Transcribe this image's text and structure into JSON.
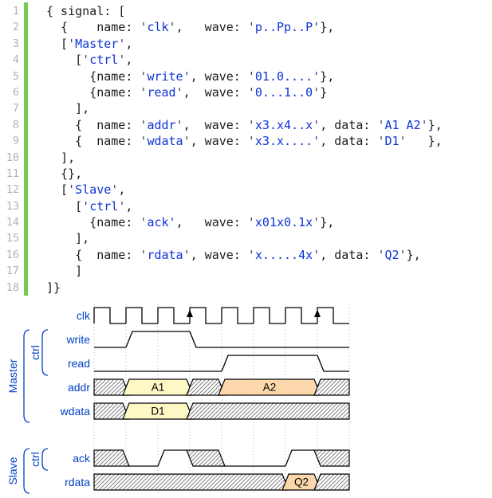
{
  "editor": {
    "gutter_bar_color": "#74CB50",
    "line_number_color": "#b2b2b2",
    "code_color": "#1b1b1b",
    "string_color": "#0d33d6",
    "quote_color": "#3a3a78",
    "lines": [
      {
        "n": 1,
        "text": "{ signal: ["
      },
      {
        "n": 2,
        "text": "  {    name: 'clk',   wave: 'p..Pp..P'},"
      },
      {
        "n": 3,
        "text": "  ['Master',"
      },
      {
        "n": 4,
        "text": "    ['ctrl',"
      },
      {
        "n": 5,
        "text": "      {name: 'write', wave: '01.0....'},"
      },
      {
        "n": 6,
        "text": "      {name: 'read',  wave: '0...1..0'}"
      },
      {
        "n": 7,
        "text": "    ],"
      },
      {
        "n": 8,
        "text": "    {  name: 'addr',  wave: 'x3.x4..x', data: 'A1 A2'},"
      },
      {
        "n": 9,
        "text": "    {  name: 'wdata', wave: 'x3.x....', data: 'D1'   },"
      },
      {
        "n": 10,
        "text": "  ],"
      },
      {
        "n": 11,
        "text": "  {},"
      },
      {
        "n": 12,
        "text": "  ['Slave',"
      },
      {
        "n": 13,
        "text": "    ['ctrl',"
      },
      {
        "n": 14,
        "text": "      {name: 'ack',   wave: 'x01x0.1x'},"
      },
      {
        "n": 15,
        "text": "    ],"
      },
      {
        "n": 16,
        "text": "    {  name: 'rdata', wave: 'x.....4x', data: 'Q2'},"
      },
      {
        "n": 17,
        "text": "    ]"
      },
      {
        "n": 18,
        "text": "]}"
      }
    ]
  },
  "waveform": {
    "cycles": 8,
    "signals": [
      {
        "name": "clk",
        "wave": "p..Pp..P"
      },
      {
        "name": "write",
        "wave": "01.0...."
      },
      {
        "name": "read",
        "wave": "0...1..0"
      },
      {
        "name": "addr",
        "wave": "x3.x4..x",
        "data": "A1 A2"
      },
      {
        "name": "wdata",
        "wave": "x3.x....",
        "data": "D1"
      },
      {
        "name": "ack",
        "wave": "x01x0.1x",
        "gap_before": true
      },
      {
        "name": "rdata",
        "wave": "x.....4x",
        "data": "Q2"
      }
    ],
    "groups": [
      {
        "label": "Master",
        "from": 1,
        "to": 4,
        "level": 0
      },
      {
        "label": "ctrl",
        "from": 1,
        "to": 2,
        "level": 1
      },
      {
        "label": "Slave",
        "from": 5,
        "to": 6,
        "level": 0
      },
      {
        "label": "ctrl",
        "from": 5,
        "to": 5,
        "level": 1
      }
    ],
    "colors": {
      "label": "#0041c4",
      "stroke": "#000000",
      "fill_3": "#FDF8C4",
      "fill_4": "#FCD7AC",
      "hatch_line": "#828282",
      "grid": "#b9b9b9",
      "data_text": "#000000"
    }
  }
}
